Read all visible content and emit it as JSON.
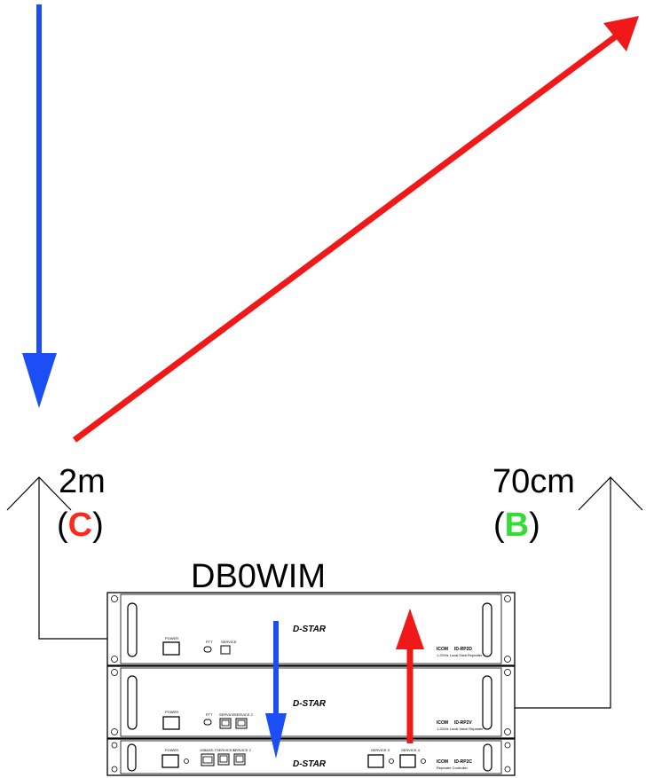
{
  "station_name": "DB0WIM",
  "left_band": {
    "band": "2m",
    "letter": "C",
    "open": "(",
    "close": ")",
    "letter_color": "#ff2a1f"
  },
  "right_band": {
    "band": "70cm",
    "letter": "B",
    "open": "(",
    "close": ")",
    "letter_color": "#33dd33"
  },
  "colors": {
    "downlink_arrow": "#1b4ff5",
    "uplink_arrow": "#f01818",
    "line": "#000000"
  },
  "units": [
    {
      "brand": "D-STAR",
      "maker": "ICOM",
      "model": "ID-RP2D",
      "description": "1.2GHz Local Data Repeater",
      "front_labels": [
        "POWER",
        "PTT",
        "SERVICE"
      ]
    },
    {
      "brand": "D-STAR",
      "maker": "ICOM",
      "model": "ID-RP2V",
      "description": "1.2GHz Local Voice Repeater",
      "front_labels": [
        "POWER",
        "PTT",
        "SERVICE",
        "SERVICE 2"
      ]
    },
    {
      "brand": "D-STAR",
      "maker": "ICOM",
      "model": "ID-RP2C",
      "description": "Repeater Controller",
      "front_labels": [
        "POWER",
        "10BASE-T",
        "SERVICE 1",
        "SERVICE 2",
        "SERVICE 3",
        "SERVICE 4"
      ]
    }
  ]
}
